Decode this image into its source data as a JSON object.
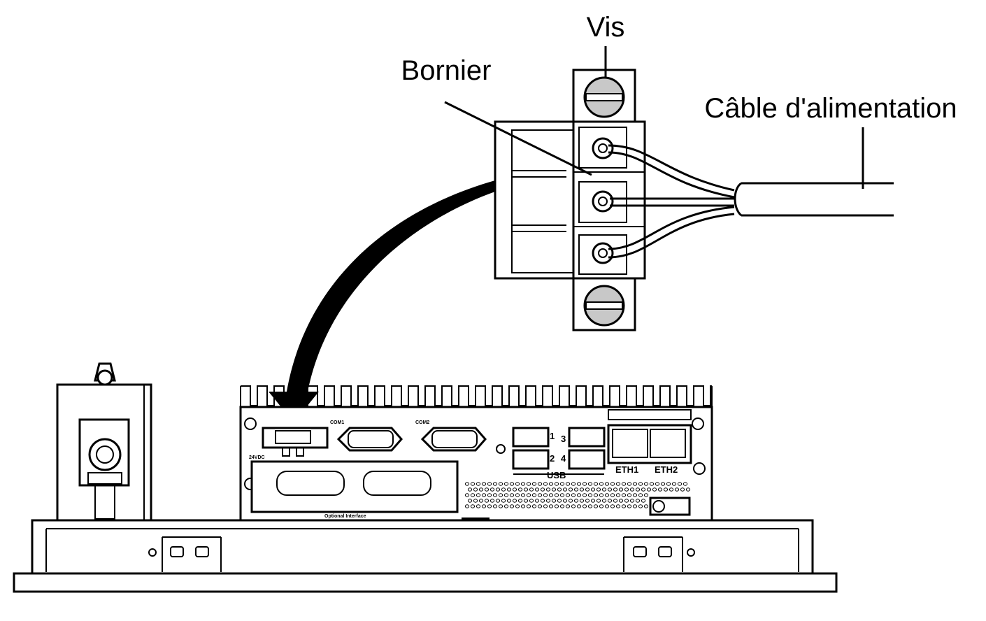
{
  "labels": {
    "screw": "Vis",
    "terminal_block": "Bornier",
    "power_cable": "Câble d'alimentation"
  },
  "panel_labels": {
    "com1": "COM1",
    "com2": "COM2",
    "usb": "USB",
    "usb_port_1": "1",
    "usb_port_2": "2",
    "usb_port_3": "3",
    "usb_port_4": "4",
    "eth1": "ETH1",
    "eth2": "ETH2",
    "power_input": "24VDC",
    "optional_interface": "Optional Interface"
  }
}
